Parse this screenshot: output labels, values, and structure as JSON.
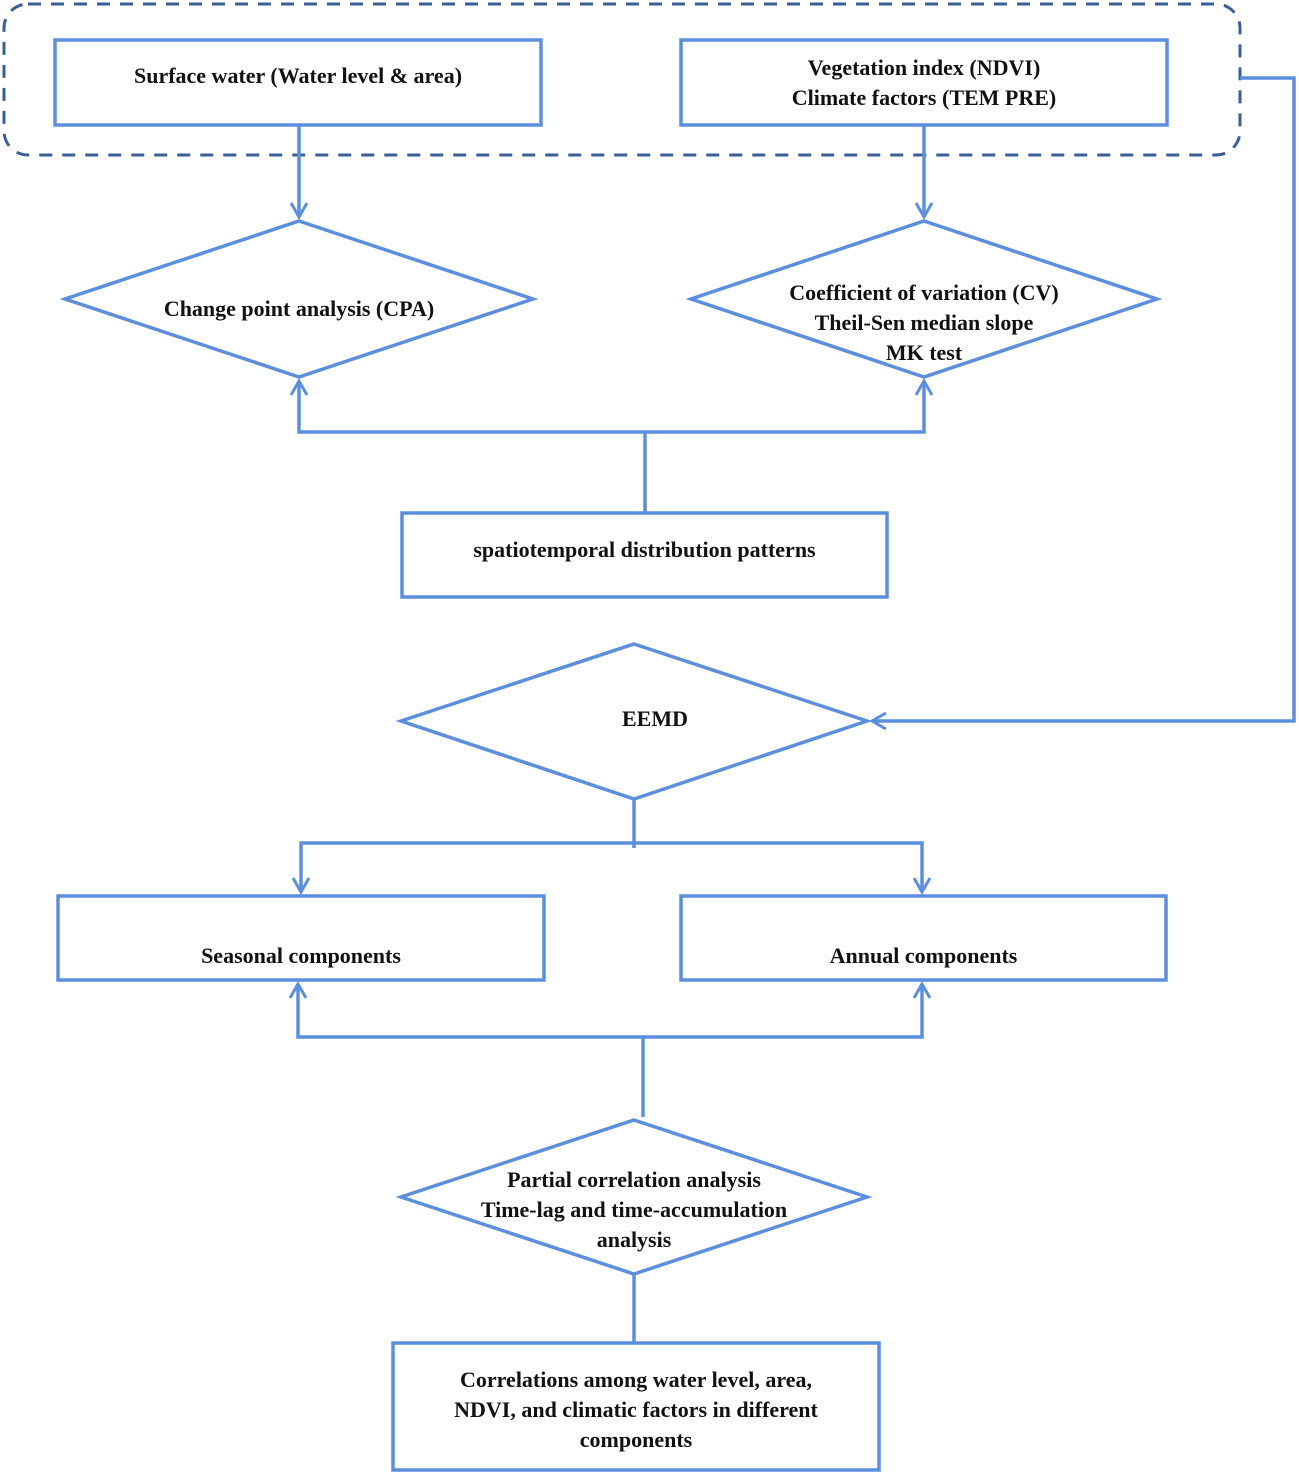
{
  "colors": {
    "stroke": "#5B8FDD",
    "text": "#111111",
    "background": "#ffffff"
  },
  "boxes": {
    "surface_water": "Surface water (Water level & area)",
    "vegetation_climate": [
      "Vegetation index (NDVI)",
      "Climate factors (TEM PRE)"
    ],
    "spatiotemporal": "spatiotemporal distribution patterns",
    "seasonal": "Seasonal components",
    "annual": "Annual components",
    "correlations": [
      "Correlations among water level, area,",
      "NDVI, and climatic factors in different",
      "components"
    ]
  },
  "decisions": {
    "cpa": "Change point analysis (CPA)",
    "cv": [
      "Coefficient of variation (CV)",
      "Theil-Sen median slope",
      "MK test"
    ],
    "eemd": "EEMD",
    "partial": [
      "Partial correlation analysis",
      "Time-lag and time-accumulation",
      "analysis"
    ]
  }
}
